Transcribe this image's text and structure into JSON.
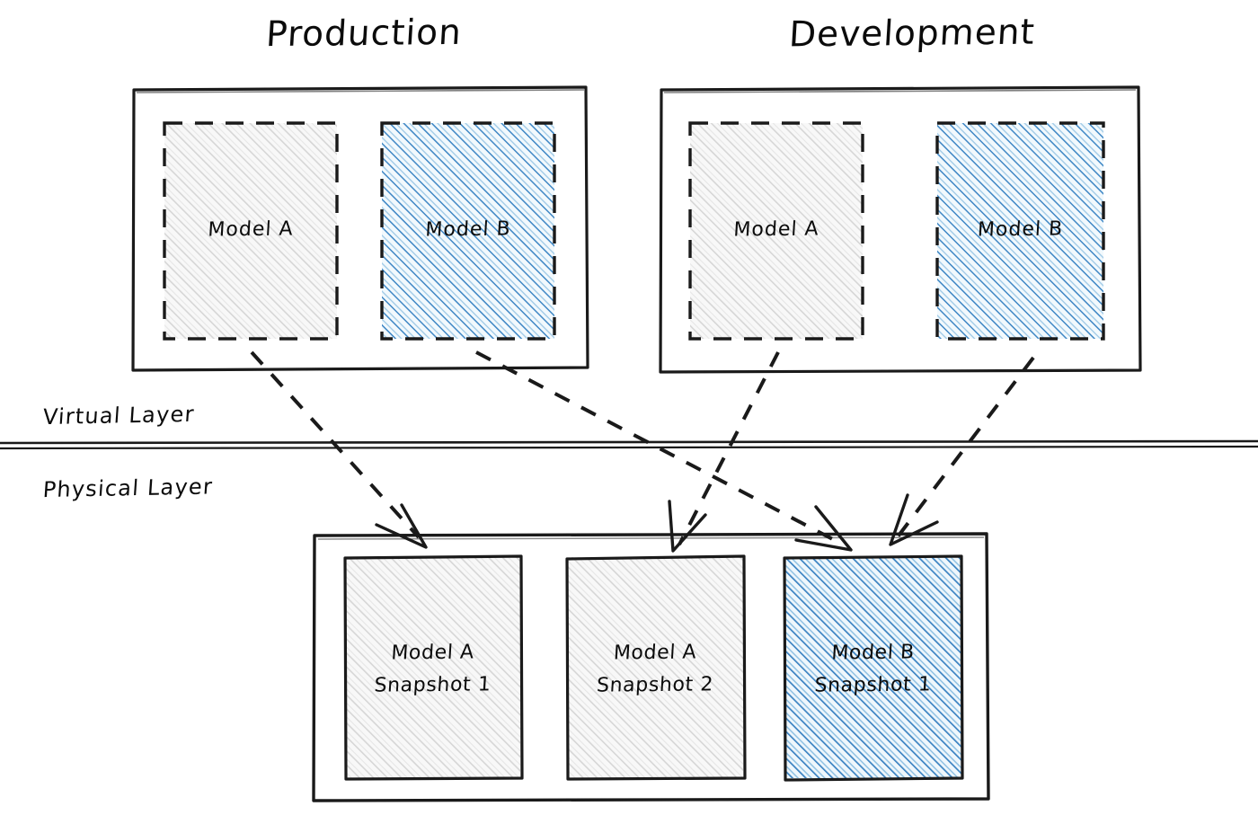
{
  "diagram": {
    "title_production": "Production",
    "title_development": "Development",
    "layers": {
      "virtual": "Virtual Layer",
      "physical": "Physical Layer"
    },
    "groups": [
      {
        "id": "production",
        "title": "Production",
        "models": [
          {
            "id": "prod-model-a",
            "label": "Model A",
            "fill": "grey"
          },
          {
            "id": "prod-model-b",
            "label": "Model B",
            "fill": "blue"
          }
        ]
      },
      {
        "id": "development",
        "title": "Development",
        "models": [
          {
            "id": "dev-model-a",
            "label": "Model A",
            "fill": "grey"
          },
          {
            "id": "dev-model-b",
            "label": "Model B",
            "fill": "blue"
          }
        ]
      }
    ],
    "snapshots": [
      {
        "id": "snap-a1",
        "line1": "Model A",
        "line2": "Snapshot 1",
        "fill": "grey"
      },
      {
        "id": "snap-a2",
        "line1": "Model A",
        "line2": "Snapshot 2",
        "fill": "grey"
      },
      {
        "id": "snap-b1",
        "line1": "Model B",
        "line2": "Snapshot 1",
        "fill": "blue"
      }
    ],
    "connections": [
      {
        "from": "prod-model-a",
        "to": "snap-a1"
      },
      {
        "from": "prod-model-b",
        "to": "snap-b1"
      },
      {
        "from": "dev-model-a",
        "to": "snap-a2"
      },
      {
        "from": "dev-model-b",
        "to": "snap-b1"
      }
    ],
    "colors": {
      "stroke": "#1a1a1a",
      "blue_hatch": "#3f87c5",
      "blue_tint": "#eaf4fb",
      "grey_hatch": "#d4d4d4",
      "grey_tint": "#f7f7f7",
      "background": "#ffffff"
    }
  }
}
